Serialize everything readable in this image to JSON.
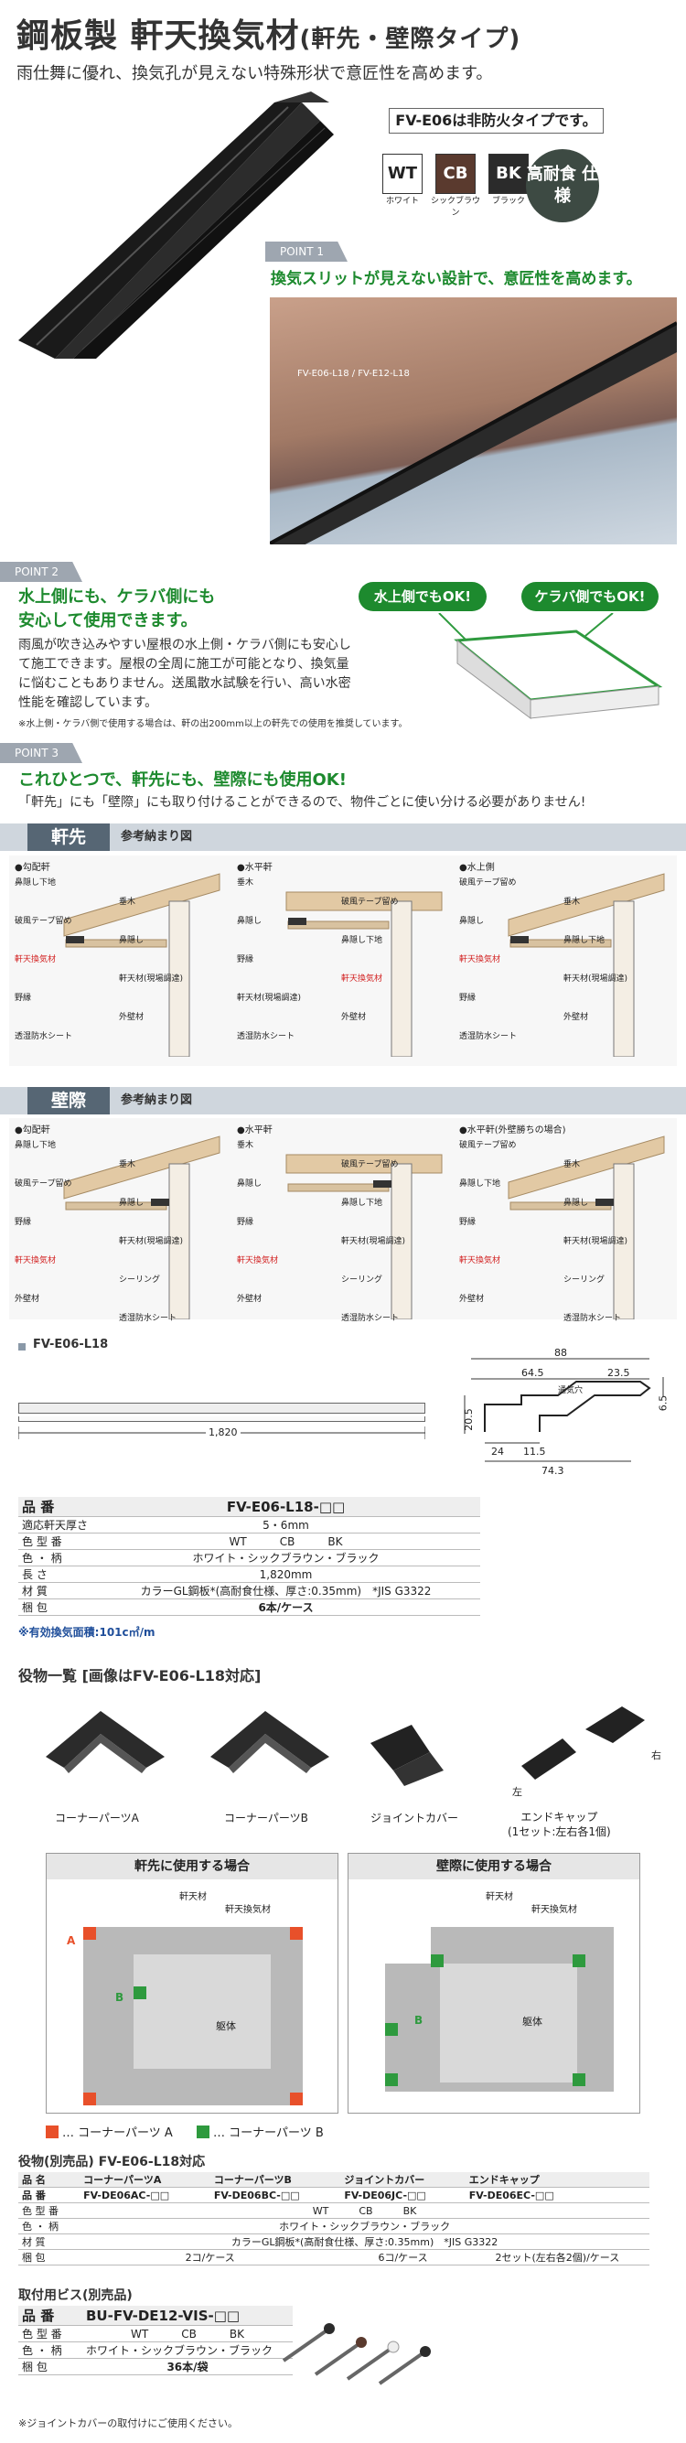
{
  "header": {
    "title_main": "鋼板製 軒天換気材",
    "title_sub": "(軒先・壁際タイプ)",
    "subtitle": "雨仕舞に優れ、換気孔が見えない特殊形状で意匠性を高めます。",
    "nofire": "FV-E06は非防火タイプです。"
  },
  "colors": [
    {
      "code": "WT",
      "name": "ホワイト",
      "hex": "#ffffff",
      "fg": "#222222"
    },
    {
      "code": "CB",
      "name": "シックブラウン",
      "hex": "#5a3a2e",
      "fg": "#ffffff"
    },
    {
      "code": "BK",
      "name": "ブラック",
      "hex": "#2b2b2b",
      "fg": "#ffffff"
    }
  ],
  "badge": "高耐食 仕様",
  "point1": {
    "tag": "POINT 1",
    "headline": "換気スリットが見えない設計で、意匠性を高めます。",
    "photo_label": "FV-E06-L18 / FV-E12-L18"
  },
  "point2": {
    "tag": "POINT 2",
    "headline1": "水上側にも、ケラバ側にも",
    "headline2": "安心して使用できます。",
    "body": "雨風が吹き込みやすい屋根の水上側・ケラバ側にも安心して施工できます。屋根の全周に施工が可能となり、換気量に悩むこともありません。送風散水試験を行い、高い水密性能を確認しています。",
    "note": "※水上側・ケラバ側で使用する場合は、軒の出200mm以上の軒先での使用を推奨しています。",
    "bubble1": "水上側でもOK!",
    "bubble2": "ケラバ側でもOK!"
  },
  "point3": {
    "tag": "POINT 3",
    "headline": "これひとつで、軒先にも、壁際にも使用OK!",
    "body": "「軒先」にも「壁際」にも取り付けることができるので、物件ごとに使い分ける必要がありません!"
  },
  "noki": {
    "label": "軒先",
    "sub": "参考納まり図",
    "panels": [
      {
        "caption": "●勾配軒",
        "labels": [
          "鼻隠し下地",
          "垂木",
          "破風テープ留め",
          "鼻隠し",
          "軒天換気材",
          "軒天材(現場調達)",
          "野縁",
          "外壁材",
          "透湿防水シート"
        ]
      },
      {
        "caption": "●水平軒",
        "labels": [
          "垂木",
          "破風テープ留め",
          "鼻隠し",
          "鼻隠し下地",
          "野縁",
          "軒天換気材",
          "軒天材(現場調達)",
          "外壁材",
          "透湿防水シート"
        ]
      },
      {
        "caption": "●水上側",
        "labels": [
          "破風テープ留め",
          "垂木",
          "鼻隠し",
          "鼻隠し下地",
          "軒天換気材",
          "軒天材(現場調達)",
          "野縁",
          "外壁材",
          "透湿防水シート"
        ]
      }
    ]
  },
  "kabegiwa": {
    "label": "壁際",
    "sub": "参考納まり図",
    "panels": [
      {
        "caption": "●勾配軒",
        "labels": [
          "鼻隠し下地",
          "垂木",
          "破風テープ留め",
          "鼻隠し",
          "野縁",
          "軒天材(現場調達)",
          "軒天換気材",
          "シーリング",
          "外壁材",
          "透湿防水シート"
        ]
      },
      {
        "caption": "●水平軒",
        "labels": [
          "垂木",
          "破風テープ留め",
          "鼻隠し",
          "鼻隠し下地",
          "野縁",
          "軒天材(現場調達)",
          "軒天換気材",
          "シーリング",
          "外壁材",
          "透湿防水シート"
        ]
      },
      {
        "caption": "●水平軒(外壁勝ちの場合)",
        "labels": [
          "破風テープ留め",
          "垂木",
          "鼻隠し下地",
          "鼻隠し",
          "野縁",
          "軒天材(現場調達)",
          "軒天換気材",
          "シーリング",
          "外壁材",
          "透湿防水シート"
        ]
      }
    ]
  },
  "drawing": {
    "model": "FV-E06-L18",
    "length": "1,820",
    "d88": "88",
    "d645": "64.5",
    "d235": "23.5",
    "d205": "20.5",
    "d65": "6.5",
    "d24": "24",
    "d115": "11.5",
    "d743": "74.3",
    "vent": "通気穴"
  },
  "spec": {
    "rows": [
      {
        "k": "品 番",
        "v": "FV-E06-L18-□□"
      },
      {
        "k": "適応軒天厚さ",
        "v": "5・6mm"
      },
      {
        "k": "色 型 番",
        "v": "WT　　　CB　　　BK"
      },
      {
        "k": "色 ・ 柄",
        "v": "ホワイト・シックブラウン・ブラック"
      },
      {
        "k": "長 さ",
        "v": "1,820mm"
      },
      {
        "k": "材 質",
        "v": "カラーGL鋼板*(高耐食仕様、厚さ:0.35mm)　*JIS G3322"
      },
      {
        "k": "梱 包",
        "v": "6本/ケース"
      }
    ],
    "vent_note": "※有効換気面積:101c㎡/m"
  },
  "parts": {
    "heading": "役物一覧 [画像はFV-E06-L18対応]",
    "items": [
      "コーナーパーツA",
      "コーナーパーツB",
      "ジョイントカバー",
      "エンドキャップ\n(1セット:左右各1個)"
    ],
    "left": "左",
    "right": "右"
  },
  "usage": {
    "noki_title": "軒先に使用する場合",
    "kabe_title": "壁際に使用する場合",
    "nokiten": "軒天材",
    "nokikanki": "軒天換気材",
    "kutai": "躯体",
    "A": "A",
    "B": "B",
    "legendA": "… コーナーパーツ A",
    "legendB": "… コーナーパーツ B"
  },
  "acc": {
    "heading": "役物(別売品) FV-E06-L18対応",
    "cols": [
      "品 名",
      "コーナーパーツA",
      "コーナーパーツB",
      "ジョイントカバー",
      "エンドキャップ"
    ],
    "rows": [
      [
        "品 番",
        "FV-DE06AC-□□",
        "FV-DE06BC-□□",
        "FV-DE06JC-□□",
        "FV-DE06EC-□□"
      ],
      [
        "色 型 番",
        "WT　　　CB　　　BK"
      ],
      [
        "色 ・ 柄",
        "ホワイト・シックブラウン・ブラック"
      ],
      [
        "材 質",
        "カラーGL鋼板*(高耐食仕様、厚さ:0.35mm)　*JIS G3322"
      ],
      [
        "梱 包",
        "2コ/ケース",
        "6コ/ケース",
        "2セット(左右各2個)/ケース"
      ]
    ]
  },
  "screw": {
    "heading": "取付用ビス(別売品)",
    "rows": [
      [
        "品 番",
        "BU-FV-DE12-VIS-□□"
      ],
      [
        "色 型 番",
        "WT　　　CB　　　BK"
      ],
      [
        "色 ・ 柄",
        "ホワイト・シックブラウン・ブラック"
      ],
      [
        "梱 包",
        "36本/袋"
      ]
    ],
    "note": "※ジョイントカバーの取付けにご使用ください。"
  }
}
